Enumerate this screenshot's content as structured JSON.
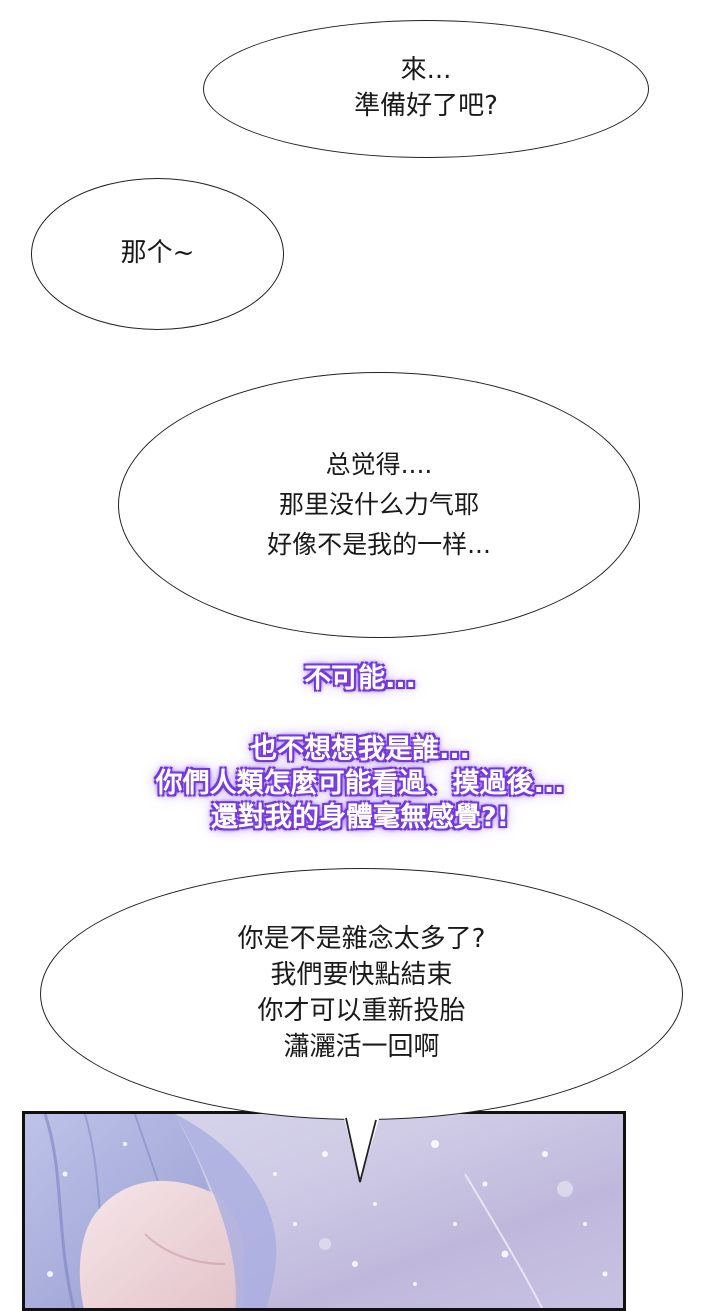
{
  "bubbles": {
    "top": {
      "lines": [
        "來...",
        "準備好了吧?"
      ]
    },
    "small": {
      "lines": [
        "那个~"
      ]
    },
    "middle": {
      "lines": [
        "总觉得....",
        "那里没什么力气耶",
        "好像不是我的一样..."
      ]
    },
    "bottom": {
      "lines": [
        "你是不是雜念太多了?",
        "我們要快點結束",
        "你才可以重新投胎",
        "瀟灑活一回啊"
      ]
    }
  },
  "narration": {
    "first": {
      "lines": [
        "不可能..."
      ]
    },
    "second": {
      "lines": [
        "也不想想我是誰...",
        "你們人類怎麼可能看過、摸過後...",
        "還對我的身體毫無感覺?!"
      ]
    }
  },
  "panel": {
    "colors": {
      "sky": "#cfcbe6",
      "hair": "#9fa5d8",
      "skin": "#f1d9dd"
    },
    "icon": "snowy-scene-illustration"
  }
}
